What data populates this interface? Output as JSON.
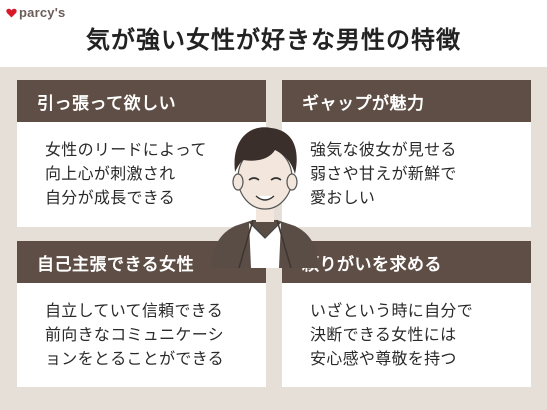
{
  "brand": {
    "name": "parcy's",
    "icon": "heart-icon",
    "icon_color": "#d9182a"
  },
  "title": {
    "regular": "気が強い女性が好きな",
    "bold": "男性の特徴"
  },
  "colors": {
    "header_bg": "#5f4e45",
    "board_bg": "#e5dfd8"
  },
  "cards": [
    {
      "heading": "引っ張って欲しい",
      "lines": [
        "女性のリードによって",
        "向上心が刺激され",
        "自分が成長できる"
      ]
    },
    {
      "heading": "ギャップが魅力",
      "lines": [
        "強気な彼女が見せる",
        "弱さや甘えが新鮮で",
        "愛おしい"
      ]
    },
    {
      "heading": "自己主張できる女性",
      "lines": [
        "自立していて信頼できる",
        "前向きなコミュニケーシ",
        "ョンをとることができる"
      ]
    },
    {
      "heading": "頼りがいを求める",
      "lines": [
        "いざという時に自分で",
        "決断できる女性には",
        "安心感や尊敬を持つ"
      ]
    }
  ]
}
